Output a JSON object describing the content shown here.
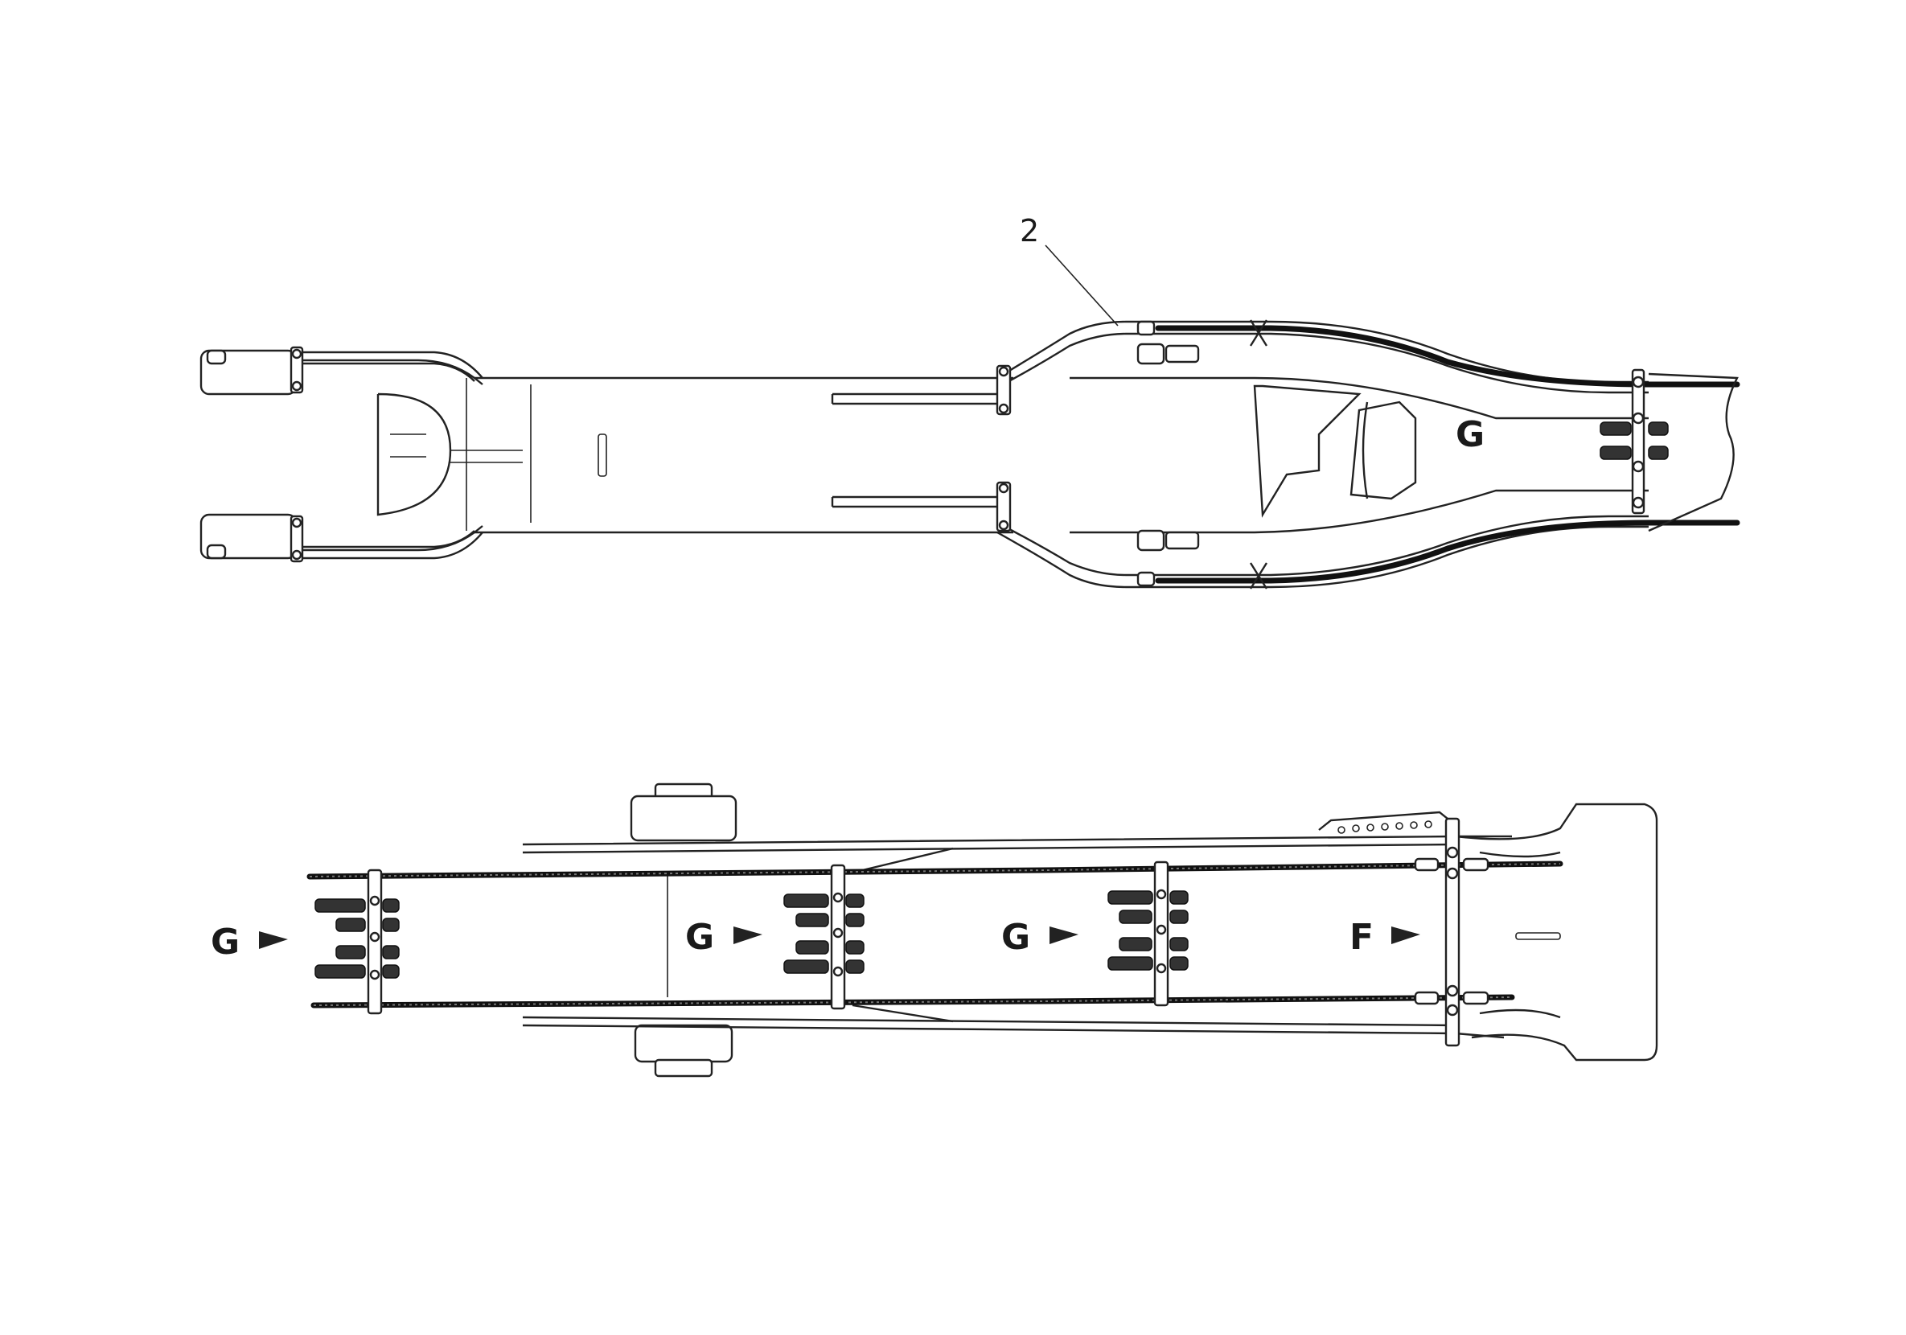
{
  "diagram": {
    "top_view": {
      "callout_number": "2",
      "zone_label": "G"
    },
    "bottom_view": {
      "markers": [
        {
          "letter": "G"
        },
        {
          "letter": "G"
        },
        {
          "letter": "G"
        },
        {
          "letter": "F"
        }
      ]
    }
  }
}
